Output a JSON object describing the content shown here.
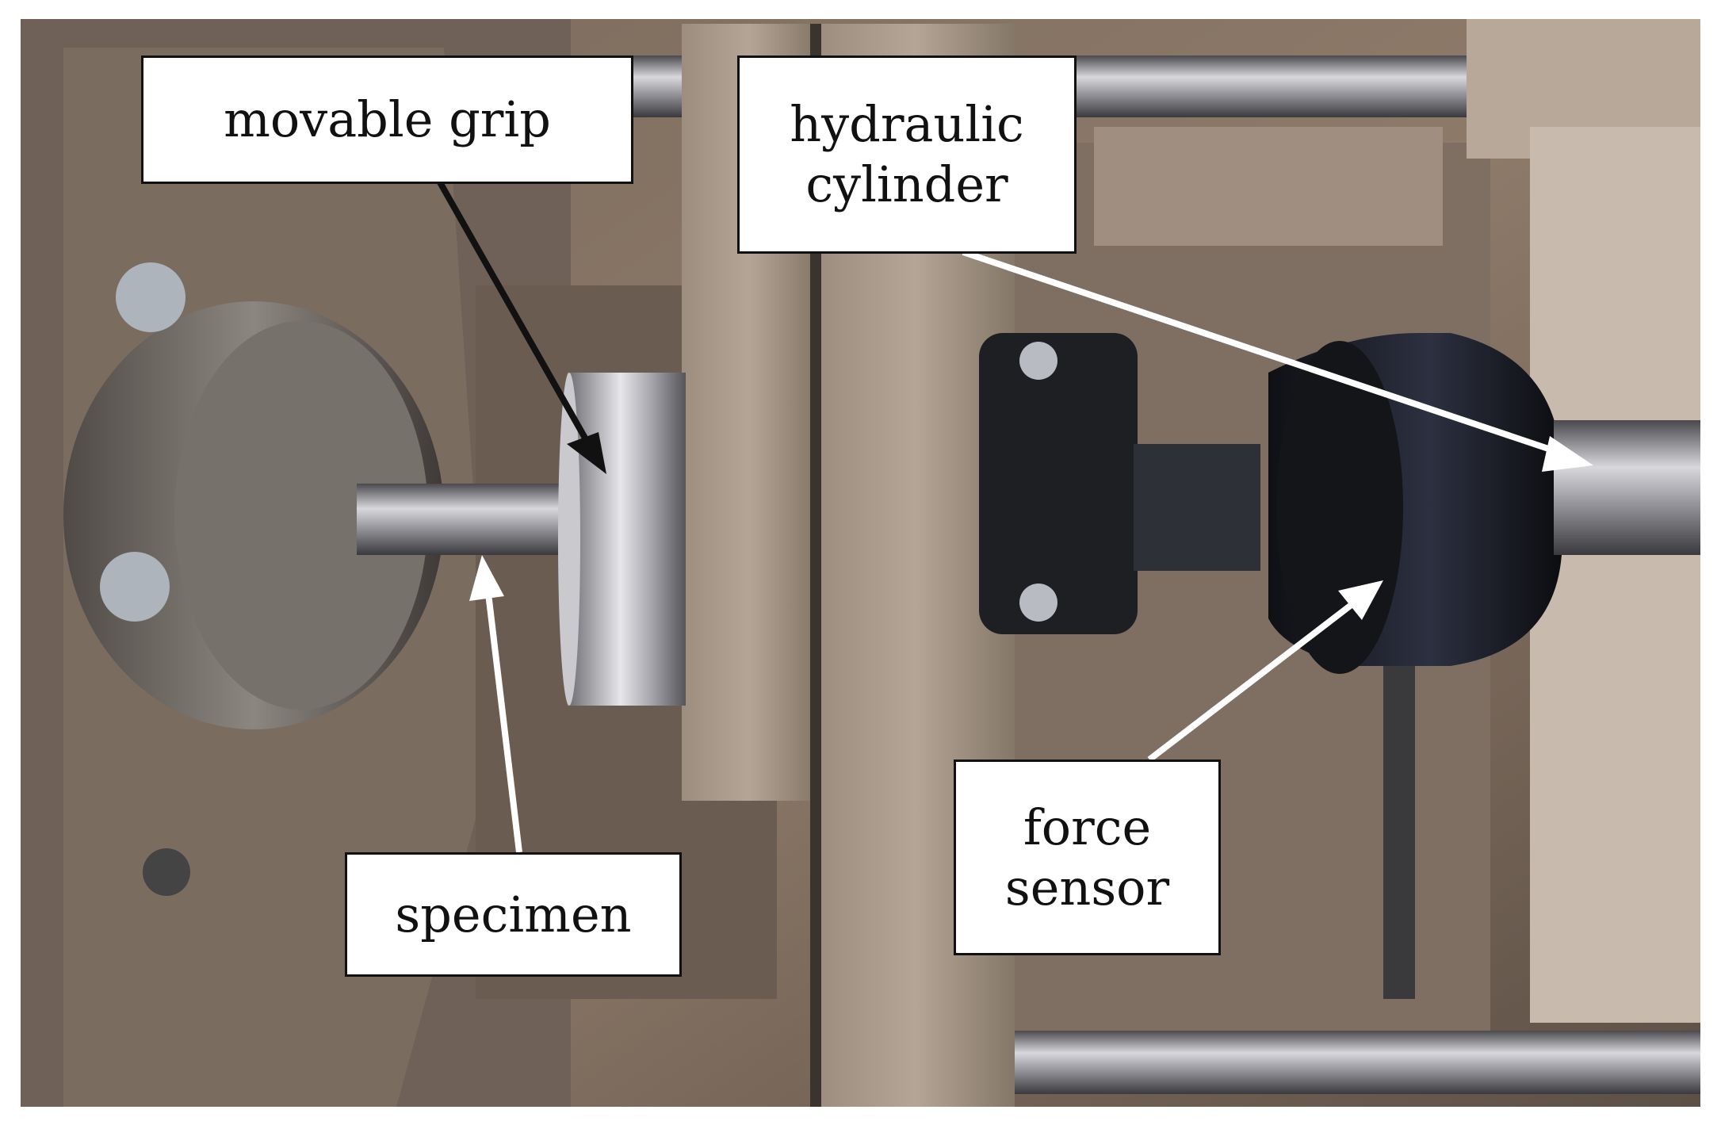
{
  "labels": {
    "movable_grip": "movable grip",
    "hydraulic_cylinder": "hydraulic\ncylinder",
    "specimen": "specimen",
    "force_sensor": "force\nsensor"
  },
  "colors": {
    "background": "#ffffff",
    "label_fill": "#ffffff",
    "label_border": "#111111",
    "arrow_black": "#111111",
    "arrow_white": "#ffffff"
  }
}
